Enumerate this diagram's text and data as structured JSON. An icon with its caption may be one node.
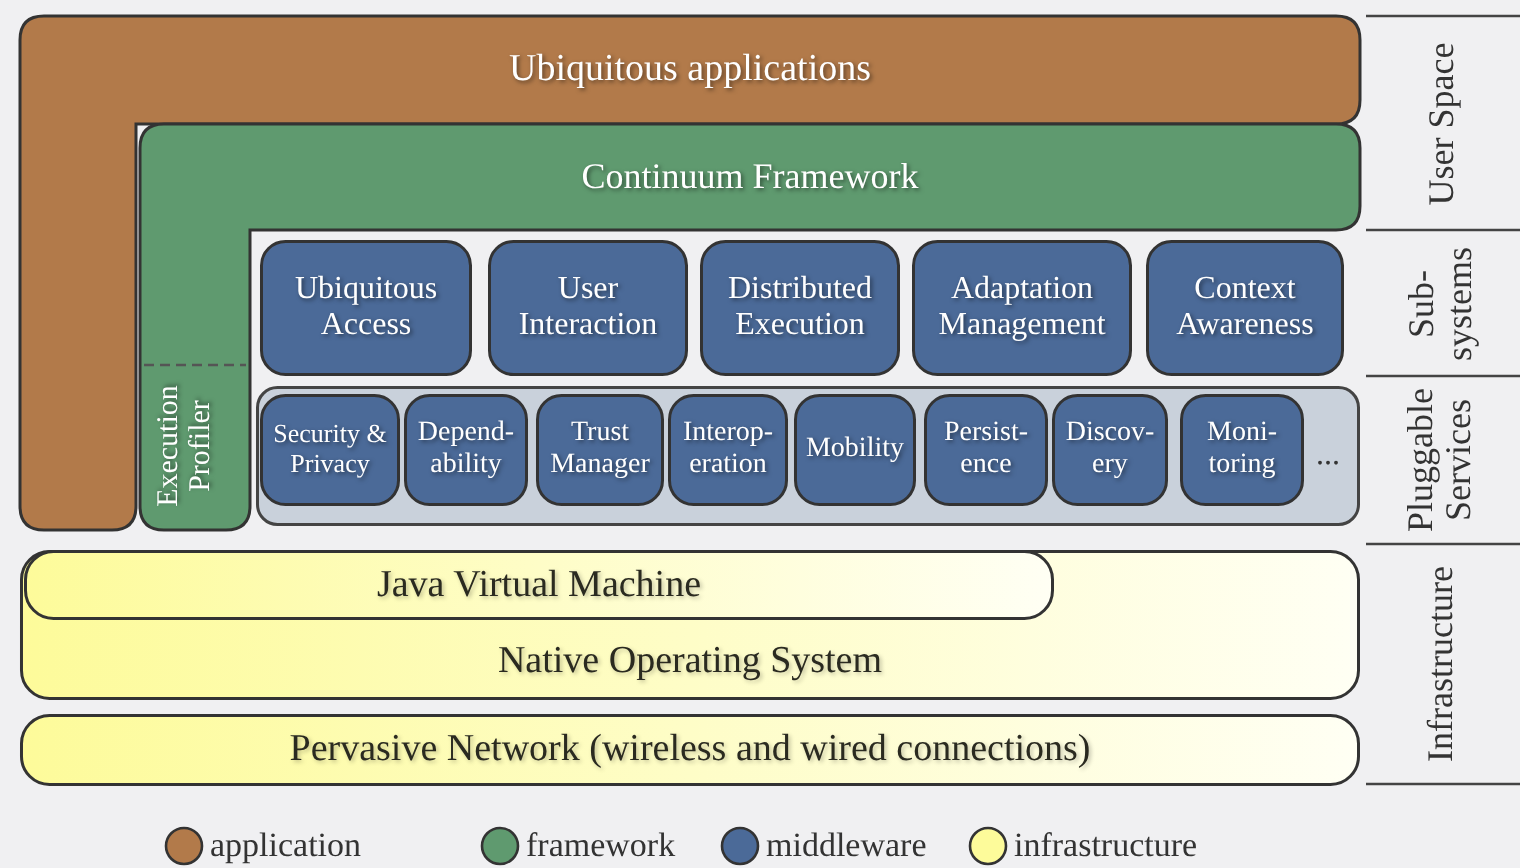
{
  "diagram": {
    "nodes": [
      {
        "text": [
          "Ubiquitous applications"
        ]
      },
      {
        "text": [
          "Continuum Framework"
        ],
        "in": 0
      },
      {
        "text": [
          "Ubiquitous Access"
        ],
        "in": 1
      },
      {
        "text": [
          "User Interaction"
        ],
        "in": 1
      },
      {
        "text": [
          "Distributed Execution"
        ],
        "in": 1
      },
      {
        "text": [
          "Adaptation Management"
        ],
        "in": 1
      },
      {
        "text": [
          "Context Awareness"
        ],
        "in": 1
      },
      {
        "text": [
          "Execution Profiler"
        ],
        "in": 1
      },
      {
        "text": [],
        "shape": "box",
        "in": 1
      },
      {
        "text": [
          "Security & Privacy"
        ],
        "in": 8
      },
      {
        "text": [
          "Depend- ability"
        ],
        "in": 8
      },
      {
        "text": [
          "Trust Manager"
        ],
        "in": 8
      },
      {
        "text": [
          "Interop- eration"
        ],
        "in": 8
      },
      {
        "text": [
          "Mobility"
        ],
        "in": 8
      },
      {
        "text": [
          "Persist- ence"
        ],
        "in": 8
      },
      {
        "text": [
          "Discov- ery"
        ],
        "in": 8
      },
      {
        "text": [
          "Moni- toring"
        ],
        "in": 8
      },
      {
        "text": [
          "Native Operating System"
        ]
      },
      {
        "text": [
          "Java Virtual Machine"
        ],
        "in": 17
      },
      {
        "text": [
          "Pervasive Network (wireless and wired connections)"
        ]
      }
    ],
    "edges": [],
    "labels": [
      "...",
      "User Space",
      "Sub- systems",
      "Pluggable Services",
      "Infrastructure"
    ],
    "legend": [
      {
        "text": "application",
        "color": "#b27a4a"
      },
      {
        "text": "framework",
        "color": "#5f9a6f"
      },
      {
        "text": "middleware",
        "color": "#4b6a98"
      },
      {
        "text": "infrastructure",
        "color": "#fdfb9a"
      }
    ]
  }
}
